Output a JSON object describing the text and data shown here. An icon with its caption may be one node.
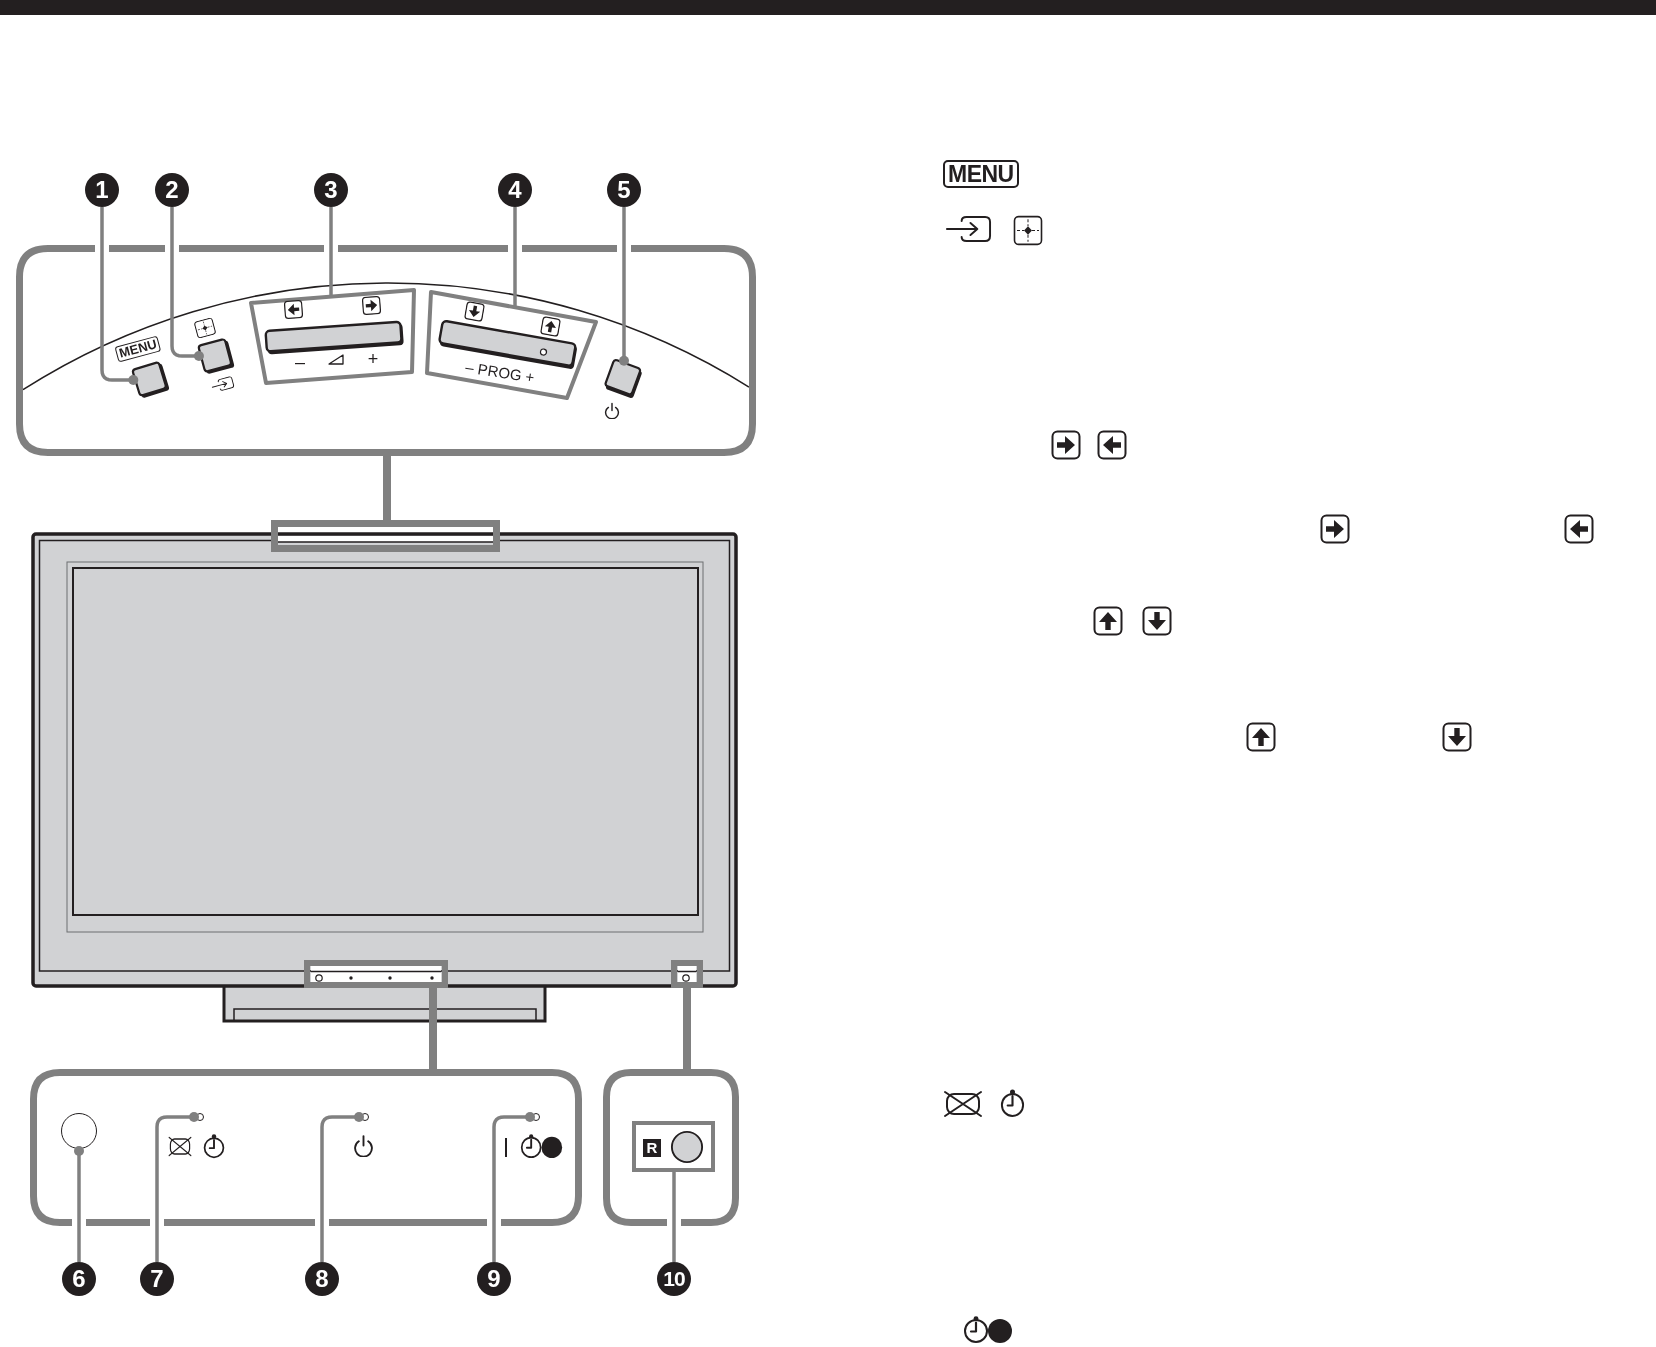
{
  "diagram": {
    "nodes": [
      {
        "text": [
          "1"
        ]
      },
      {
        "text": [
          "2"
        ]
      },
      {
        "text": [
          "3"
        ]
      },
      {
        "text": [
          "4"
        ]
      },
      {
        "text": [
          "5"
        ]
      },
      {
        "text": [],
        "shape": "box"
      },
      {
        "text": [],
        "shape": "box",
        "in": 5,
        "beside": [
          "MENU"
        ]
      },
      {
        "text": [],
        "shape": "box",
        "in": 5
      },
      {
        "text": [
          "–",
          "+"
        ],
        "in": 5
      },
      {
        "text": [
          "– PROG +"
        ],
        "in": 5
      },
      {
        "text": [],
        "shape": "box",
        "in": 5
      },
      {
        "text": [],
        "shape": "box"
      },
      {
        "text": [],
        "shape": "box"
      },
      {
        "text": [],
        "shape": "box"
      },
      {
        "text": [],
        "shape": "box"
      },
      {
        "text": [],
        "shape": "circle",
        "in": 14
      },
      {
        "text": [],
        "shape": "circle",
        "in": 14
      },
      {
        "text": [],
        "shape": "circle",
        "in": 14
      },
      {
        "text": [],
        "shape": "circle",
        "in": 14
      },
      {
        "text": [],
        "shape": "box"
      },
      {
        "text": [
          "R"
        ],
        "in": 19
      },
      {
        "text": [
          "6"
        ]
      },
      {
        "text": [
          "7"
        ]
      },
      {
        "text": [
          "8"
        ]
      },
      {
        "text": [
          "9"
        ]
      },
      {
        "text": [
          "10"
        ]
      },
      {
        "text": [
          "MENU"
        ]
      }
    ],
    "edges": [
      {
        "from": 0,
        "to": 6,
        "arrow": "other"
      },
      {
        "from": 1,
        "to": 7,
        "arrow": "other"
      },
      {
        "from": 2,
        "to": 8,
        "arrow": "none"
      },
      {
        "from": 3,
        "to": 9,
        "arrow": "none"
      },
      {
        "from": 4,
        "to": 10,
        "arrow": "other"
      },
      {
        "from": 5,
        "to": 11,
        "arrow": "none",
        "style": "thick"
      },
      {
        "from": 12,
        "to": 14,
        "arrow": "none",
        "style": "thick"
      },
      {
        "from": 13,
        "to": 19,
        "arrow": "none",
        "style": "thick"
      },
      {
        "from": 21,
        "to": 15,
        "arrow": "other"
      },
      {
        "from": 22,
        "to": 16,
        "arrow": "other"
      },
      {
        "from": 23,
        "to": 17,
        "arrow": "other"
      },
      {
        "from": 24,
        "to": 18,
        "arrow": "other"
      },
      {
        "from": 25,
        "to": 20,
        "arrow": "none"
      }
    ]
  }
}
